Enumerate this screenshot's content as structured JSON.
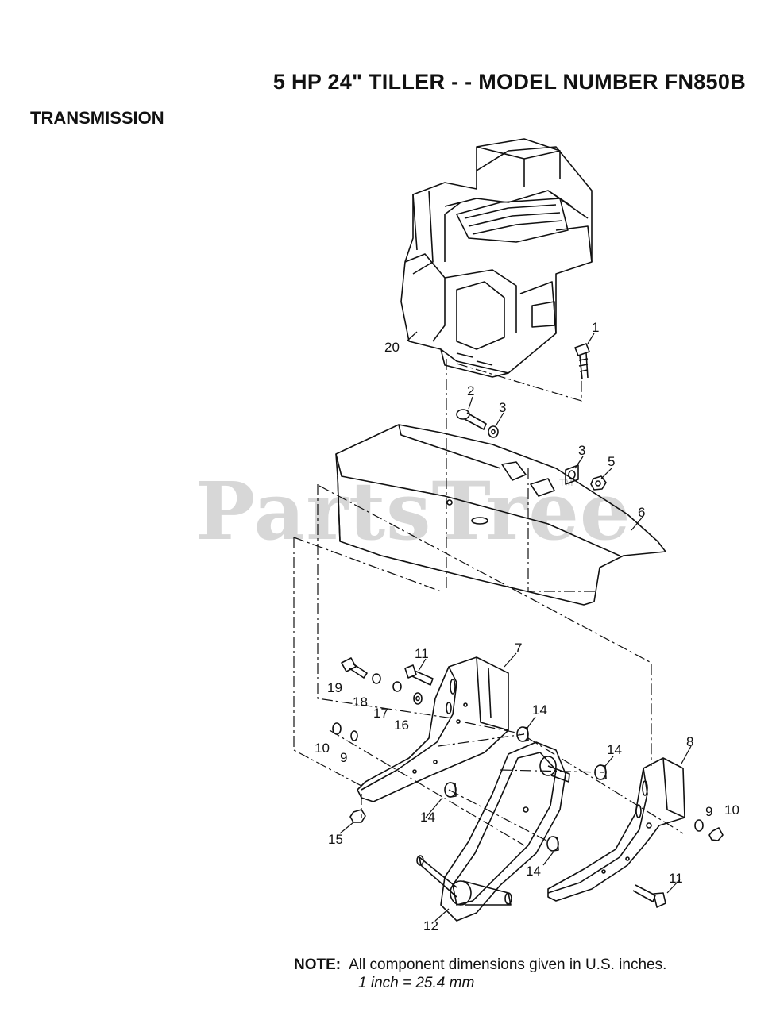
{
  "header": {
    "title": "5 HP 24\" TILLER - - MODEL NUMBER FN850B",
    "section": "TRANSMISSION"
  },
  "watermark": {
    "text": "PartsTree",
    "tm": "TM"
  },
  "callouts": [
    "1",
    "2",
    "3",
    "3",
    "5",
    "6",
    "7",
    "8",
    "9",
    "9",
    "10",
    "10",
    "11",
    "11",
    "12",
    "14",
    "14",
    "14",
    "14",
    "15",
    "16",
    "17",
    "18",
    "19",
    "20"
  ],
  "note": {
    "label": "NOTE:",
    "text": "All component dimensions given in U.S. inches.",
    "conversion": "1 inch = 25.4 mm"
  }
}
